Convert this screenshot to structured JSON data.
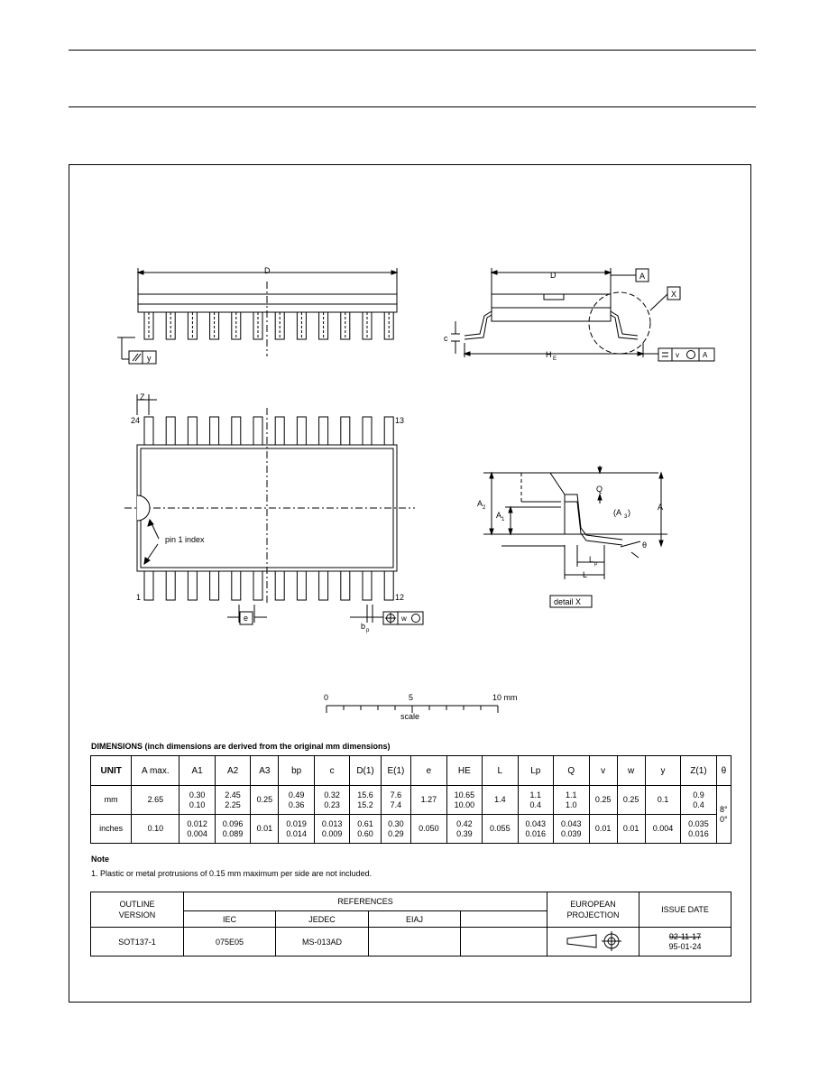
{
  "drawing": {
    "labels": {
      "D_top": "D",
      "D_side": "D",
      "A_box": "A",
      "X_box": "X",
      "c": "c",
      "HE": "H",
      "HE_sub": "E",
      "y": "y",
      "Z": "Z",
      "pin24": "24",
      "pin13": "13",
      "pin1": "1",
      "pin12": "12",
      "pin1_index": "pin 1 index",
      "e": "e",
      "bp": "b",
      "bp_sub": "p",
      "w_ref": "w",
      "v_ref": "v",
      "A_ref": "A",
      "detail_x": "detail X",
      "A2": "A",
      "A2_sub": "2",
      "A1": "A",
      "A1_sub": "1",
      "A3": "(A",
      "A3_sub": "3",
      "A3_close": ")",
      "Q": "Q",
      "A_right": "A",
      "Lp": "L",
      "Lp_sub": "p",
      "L": "L",
      "theta": "θ"
    },
    "scale": {
      "t0": "0",
      "t5": "5",
      "t10": "10 mm",
      "caption": "scale"
    }
  },
  "dimensions": {
    "title": "DIMENSIONS (inch dimensions are derived from the original mm dimensions)",
    "headers": [
      "UNIT",
      "A max.",
      "A1",
      "A2",
      "A3",
      "bp",
      "c",
      "D(1)",
      "E(1)",
      "e",
      "HE",
      "L",
      "Lp",
      "Q",
      "v",
      "w",
      "y",
      "Z(1)",
      "θ"
    ],
    "rows": [
      {
        "unit": "mm",
        "cells": [
          [
            "2.65"
          ],
          [
            "0.30",
            "0.10"
          ],
          [
            "2.45",
            "2.25"
          ],
          [
            "0.25"
          ],
          [
            "0.49",
            "0.36"
          ],
          [
            "0.32",
            "0.23"
          ],
          [
            "15.6",
            "15.2"
          ],
          [
            "7.6",
            "7.4"
          ],
          [
            "1.27"
          ],
          [
            "10.65",
            "10.00"
          ],
          [
            "1.4"
          ],
          [
            "1.1",
            "0.4"
          ],
          [
            "1.1",
            "1.0"
          ],
          [
            "0.25"
          ],
          [
            "0.25"
          ],
          [
            "0.1"
          ],
          [
            "0.9",
            "0.4"
          ]
        ]
      },
      {
        "unit": "inches",
        "cells": [
          [
            "0.10"
          ],
          [
            "0.012",
            "0.004"
          ],
          [
            "0.096",
            "0.089"
          ],
          [
            "0.01"
          ],
          [
            "0.019",
            "0.014"
          ],
          [
            "0.013",
            "0.009"
          ],
          [
            "0.61",
            "0.60"
          ],
          [
            "0.30",
            "0.29"
          ],
          [
            "0.050"
          ],
          [
            "0.42",
            "0.39"
          ],
          [
            "0.055"
          ],
          [
            "0.043",
            "0.016"
          ],
          [
            "0.043",
            "0.039"
          ],
          [
            "0.01"
          ],
          [
            "0.01"
          ],
          [
            "0.004"
          ],
          [
            "0.035",
            "0.016"
          ]
        ]
      }
    ],
    "theta_values": [
      "8°",
      "0°"
    ]
  },
  "note": {
    "title": "Note",
    "text": "1. Plastic or metal protrusions of 0.15 mm maximum per side are not included."
  },
  "references": {
    "outline_version_label": "OUTLINE VERSION",
    "references_label": "REFERENCES",
    "iec_label": "IEC",
    "jedec_label": "JEDEC",
    "eiaj_label": "EIAJ",
    "european_projection_label": "EUROPEAN PROJECTION",
    "issue_date_label": "ISSUE DATE",
    "outline_version": "SOT137-1",
    "iec": "075E05",
    "jedec": "MS-013AD",
    "eiaj": "",
    "issue_date_old": "92-11-17",
    "issue_date_new": "95-01-24"
  }
}
